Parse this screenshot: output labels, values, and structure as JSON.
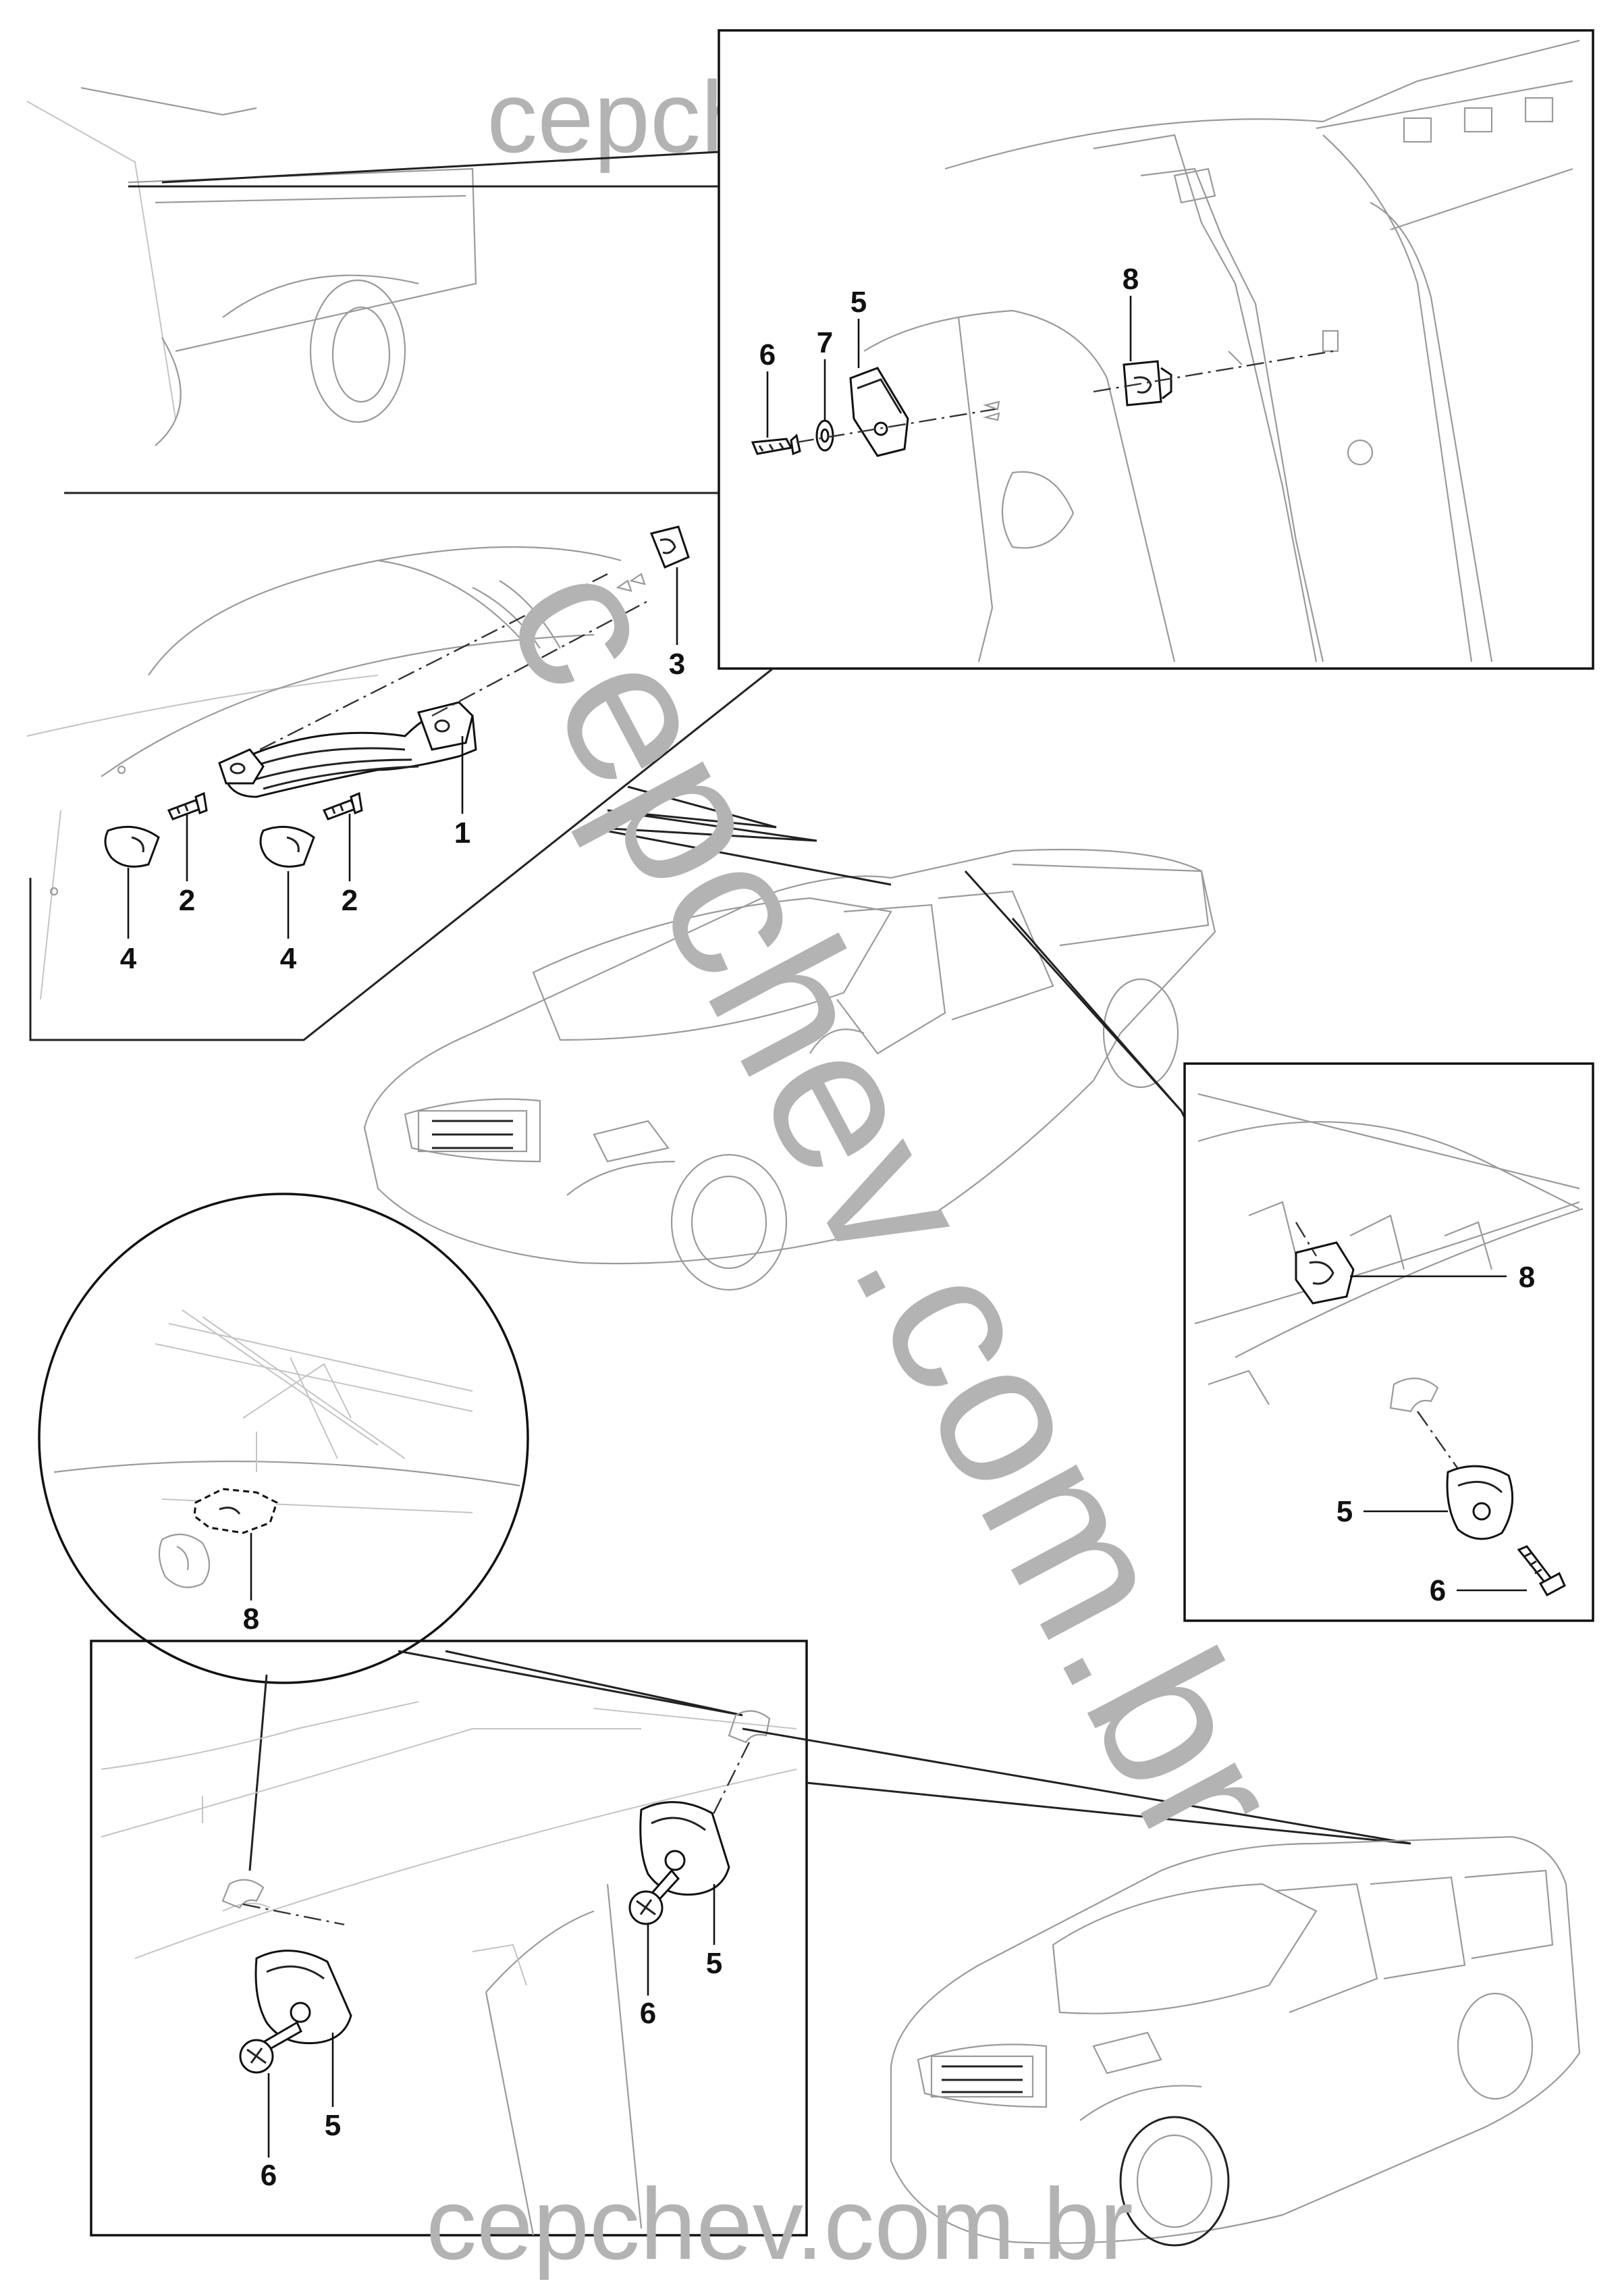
{
  "watermark": {
    "text_top": "cepchev.com.br",
    "text_bottom": "cepchev.com.br",
    "text_diagonal": "cepchev.com.br",
    "color": "#b3b3b3"
  },
  "callouts": {
    "top_right_inset": [
      "5",
      "6",
      "7",
      "8"
    ],
    "left_handle_detail": [
      "1",
      "2",
      "2",
      "3",
      "4",
      "4"
    ],
    "right_inset": [
      "8",
      "5",
      "6"
    ],
    "circle_detail": [
      "8"
    ],
    "bottom_left_inset": [
      "5",
      "6",
      "5",
      "6"
    ]
  },
  "colors": {
    "line": "#222222",
    "light_line": "#9a9a9a",
    "background": "#ffffff"
  }
}
